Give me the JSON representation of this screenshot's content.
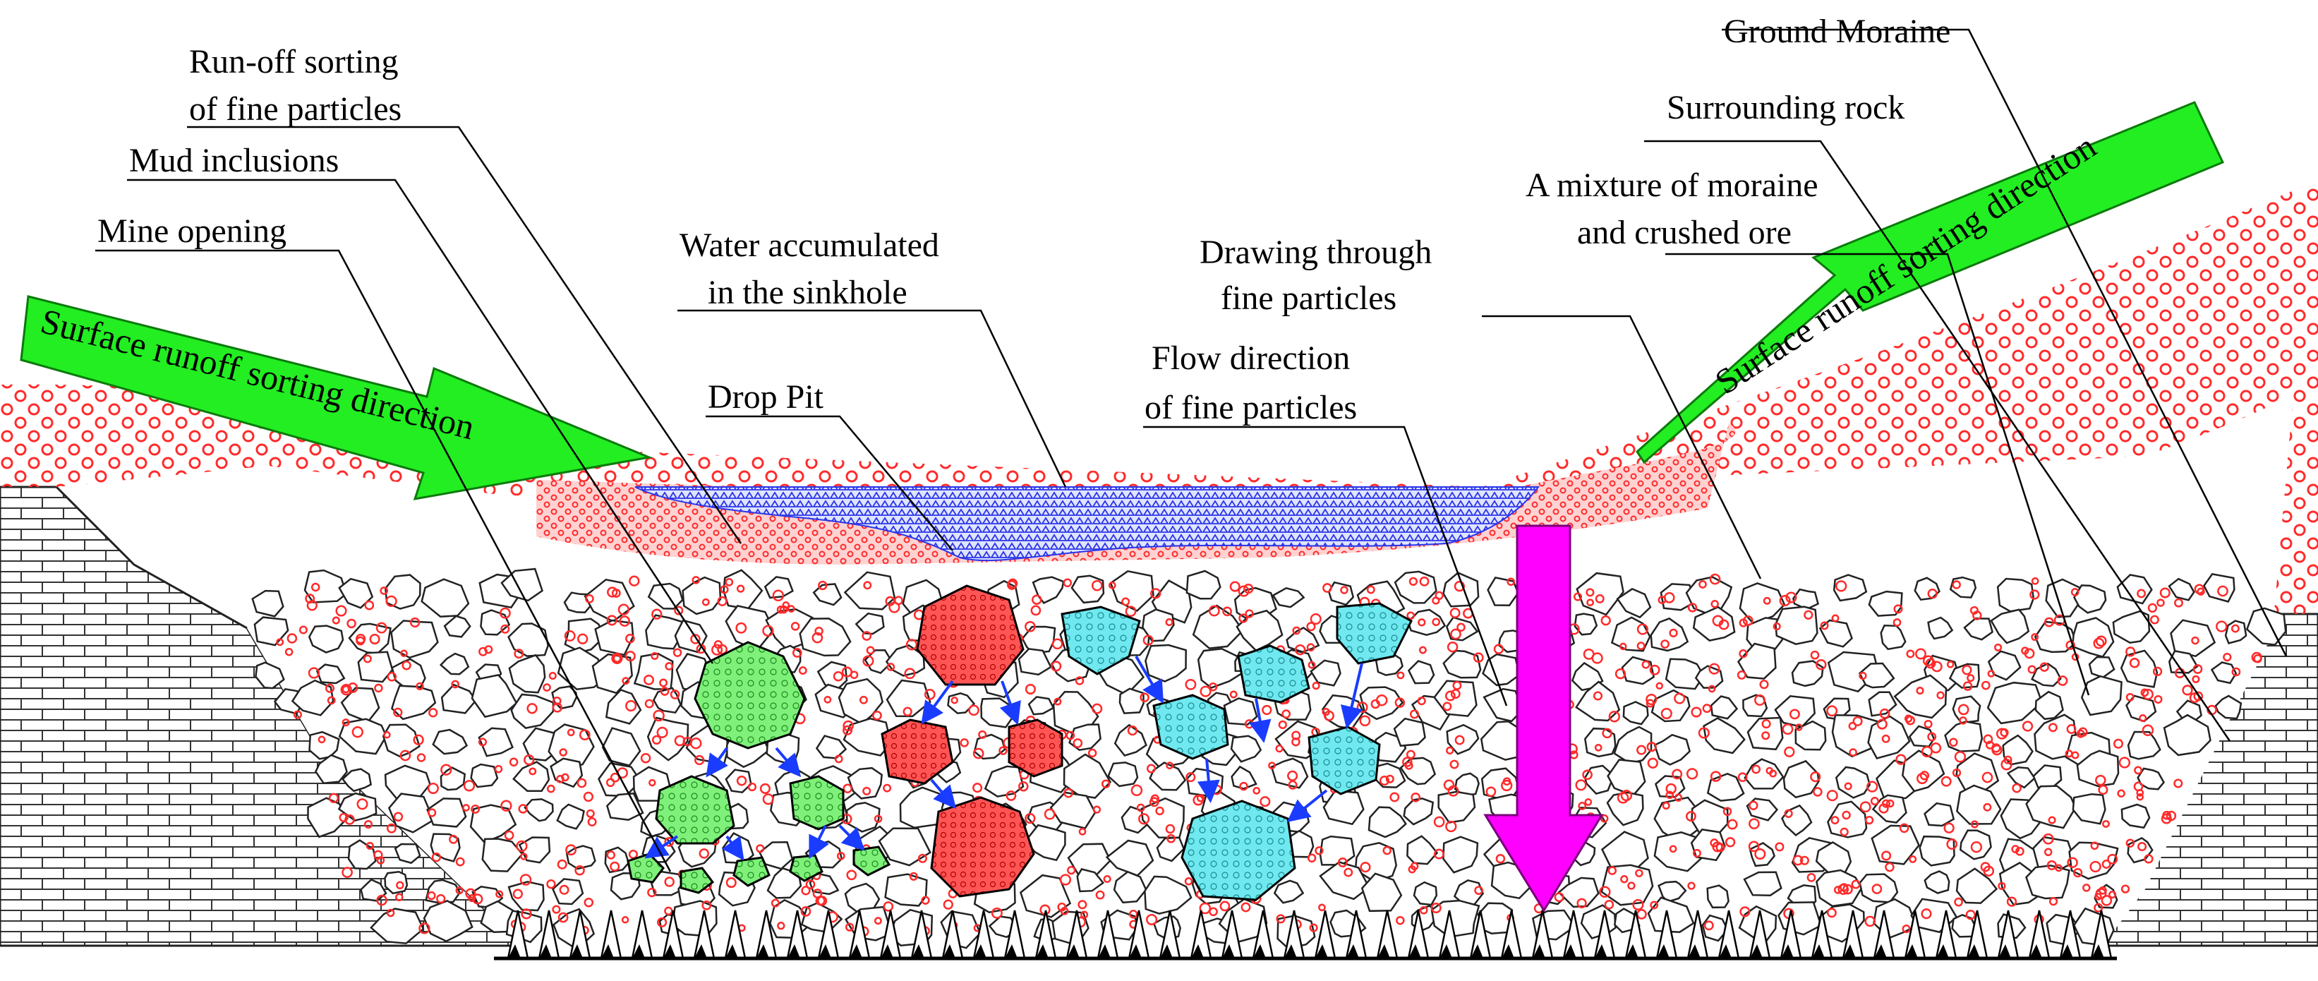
{
  "colors": {
    "brick_fill": "#ffffff",
    "brick_line": "#333333",
    "red_particles": "#ff2a2a",
    "red_haze": "#ffd2d2",
    "water": "#2a35e8",
    "green_inclusion": "#7ff07a",
    "cyan_inclusion": "#6fe8ef",
    "red_inclusion": "#ff4b4b",
    "green_arrow": "#22ee22",
    "magenta_arrow": "#ff00ff",
    "blue_arrow": "#1a3cff"
  },
  "labels": {
    "runoff_sorting": [
      "Run-off sorting",
      "of fine particles"
    ],
    "mud_inclusions": [
      "Mud inclusions"
    ],
    "mine_opening": [
      "Mine opening"
    ],
    "water_accumulated": [
      "Water accumulated",
      "in the sinkhole"
    ],
    "drop_pit": [
      "Drop Pit"
    ],
    "drawing_through": [
      "Drawing through",
      "fine particles"
    ],
    "flow_direction": [
      "Flow direction",
      "of fine particles"
    ],
    "ground_moraine": [
      "Ground Moraine"
    ],
    "surrounding_rock": [
      "Surrounding rock"
    ],
    "mixture": [
      "A mixture of moraine",
      "and crushed ore"
    ]
  },
  "arrows": {
    "left_green": "Surface runoff sorting direction",
    "right_green": "Surface runoff sorting direction"
  }
}
